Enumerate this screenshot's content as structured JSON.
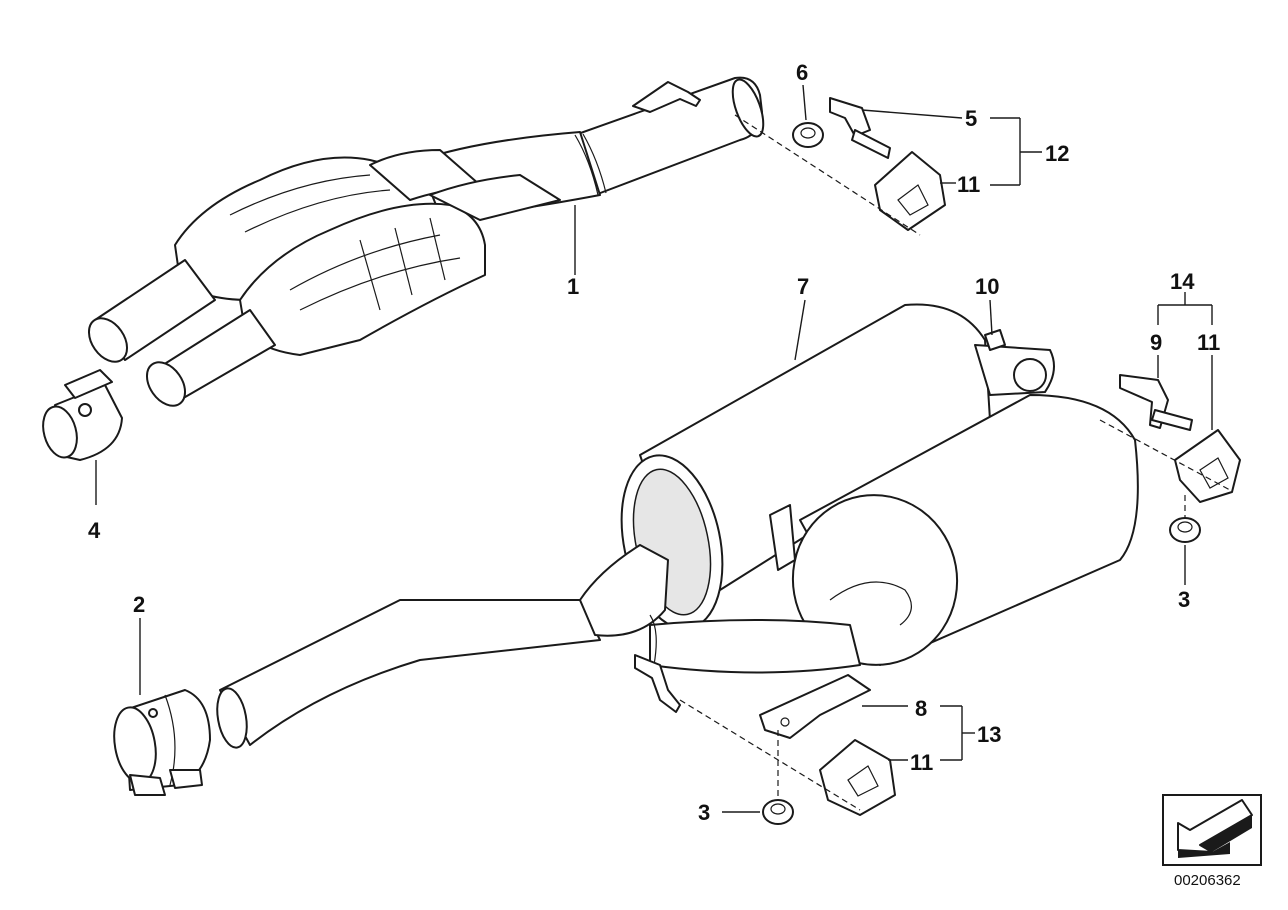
{
  "diagram": {
    "reference_number": "00206362",
    "callouts": {
      "c1": "1",
      "c2": "2",
      "c3a": "3",
      "c3b": "3",
      "c4": "4",
      "c5": "5",
      "c6": "6",
      "c7": "7",
      "c8": "8",
      "c9": "9",
      "c10": "10",
      "c11a": "11",
      "c11b": "11",
      "c11c": "11",
      "c12": "12",
      "c13": "13",
      "c14": "14"
    },
    "nav_icon": "arrow-left-down-icon"
  }
}
